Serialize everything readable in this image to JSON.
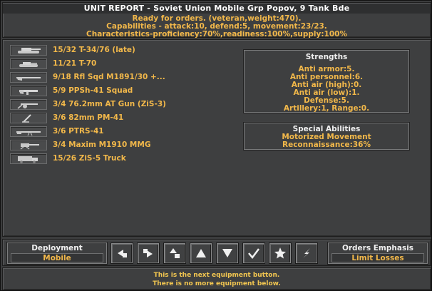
{
  "header": {
    "title": "UNIT REPORT - Soviet Union Mobile Grp Popov, 9 Tank Bde",
    "status": "Ready for orders. (veteran,weight:470).",
    "capabilities": "Capabilities - attack:10, defend:5, movement:23/23.",
    "characteristics": "Characteristics-proficiency:70%,readiness:100%,supply:100%"
  },
  "equipment": [
    {
      "label": "15/32 T-34/76 (late)",
      "icon": "tank-icon"
    },
    {
      "label": "11/21 T-70",
      "icon": "light-tank-icon"
    },
    {
      "label": "9/18 Rfl Sqd M1891/30 +...",
      "icon": "rifle-icon"
    },
    {
      "label": "5/9 PPSh-41 Squad",
      "icon": "smg-icon"
    },
    {
      "label": "3/4 76.2mm AT Gun (ZiS-3)",
      "icon": "at-gun-icon"
    },
    {
      "label": "3/6 82mm PM-41",
      "icon": "mortar-icon"
    },
    {
      "label": "3/6 PTRS-41",
      "icon": "anti-tank-rifle-icon"
    },
    {
      "label": "3/4 Maxim M1910 MMG",
      "icon": "machine-gun-icon"
    },
    {
      "label": "15/26 ZiS-5 Truck",
      "icon": "truck-icon"
    }
  ],
  "strengths": {
    "title": "Strengths",
    "lines": [
      "Anti armor:5.",
      "Anti personnel:6.",
      "Anti air (high):0.",
      "Anti air (low):1.",
      "Defense:5.",
      "Artillery:1, Range:0."
    ]
  },
  "special": {
    "title": "Special Abilities",
    "lines": [
      "Motorized Movement",
      "Reconnaissance:36%"
    ]
  },
  "deployment": {
    "title": "Deployment",
    "value": "Mobile"
  },
  "orders_emphasis": {
    "title": "Orders Emphasis",
    "value": "Limit Losses"
  },
  "order_buttons": [
    "attack-left-icon",
    "attack-right-icon",
    "hold-icon",
    "advance-icon",
    "retreat-icon",
    "checkmark-icon",
    "star-icon",
    "lightning-icon"
  ],
  "footer": {
    "line1": "This is the next equipment button.",
    "line2": "There is no more equipment below."
  },
  "colors": {
    "accent": "#f2b84a",
    "panel": "#3e3f40",
    "title": "#ffffff"
  }
}
